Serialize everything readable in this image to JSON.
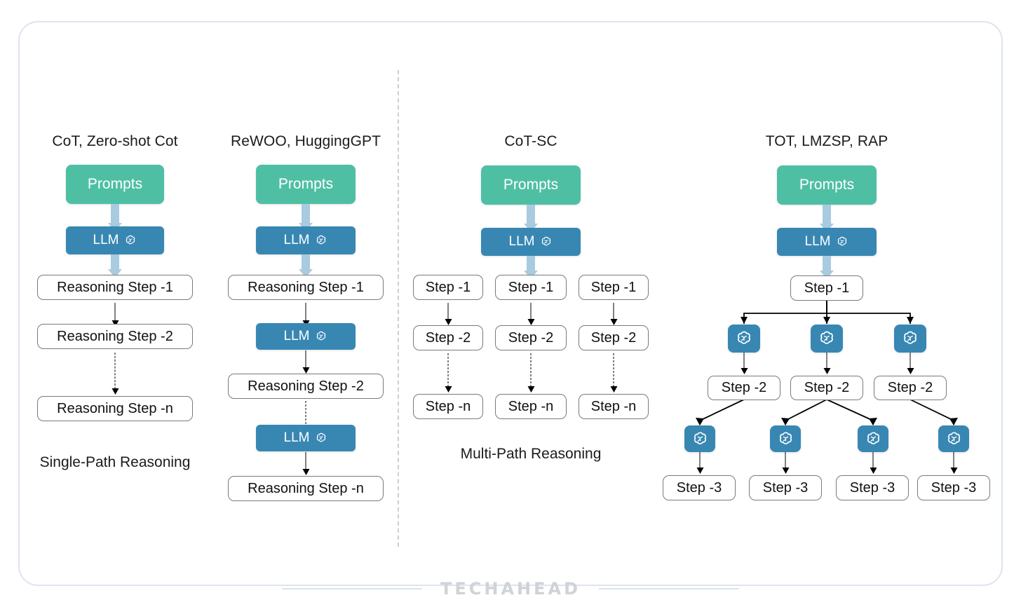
{
  "frame": {
    "border_color": "#dde4f0"
  },
  "divider": {
    "color": "#cfcfcf",
    "style": "dashed"
  },
  "palette": {
    "prompts_green": "#4FBFA4",
    "llm_blue": "#3887B3",
    "fat_arrow_blue": "#A8CBE0",
    "step_border": "#7a7a7a",
    "text": "#1b1b1b",
    "watermark": "#cfd3d8"
  },
  "sections": [
    {
      "id": "single-path",
      "label": "Single-Path Reasoning"
    },
    {
      "id": "multi-path",
      "label": "Multi-Path Reasoning"
    }
  ],
  "columns": [
    {
      "id": "cot",
      "title": "CoT, Zero-shot Cot",
      "nodes": {
        "prompts": "Prompts",
        "llm": "LLM",
        "steps": [
          "Reasoning Step -1",
          "Reasoning Step -2",
          "Reasoning Step -n"
        ]
      }
    },
    {
      "id": "rewoo",
      "title": "ReWOO, HuggingGPT",
      "nodes": {
        "prompts": "Prompts",
        "llm": "LLM",
        "steps": [
          "Reasoning Step -1",
          "Reasoning Step -2",
          "Reasoning Step -n"
        ],
        "inline_llms": [
          "LLM",
          "LLM"
        ]
      }
    },
    {
      "id": "cot-sc",
      "title": "CoT-SC",
      "nodes": {
        "prompts": "Prompts",
        "llm": "LLM",
        "paths": [
          [
            "Step -1",
            "Step -2",
            "Step -n"
          ],
          [
            "Step -1",
            "Step -2",
            "Step -n"
          ],
          [
            "Step -1",
            "Step -2",
            "Step -n"
          ]
        ]
      }
    },
    {
      "id": "tot",
      "title": "TOT, LMZSP, RAP",
      "nodes": {
        "prompts": "Prompts",
        "llm": "LLM",
        "root_step": "Step -1",
        "level2_steps": [
          "Step -2",
          "Step -2",
          "Step -2"
        ],
        "level3_steps": [
          "Step -3",
          "Step -3",
          "Step -3",
          "Step -3"
        ],
        "level2_llm_icons": 3,
        "level3_llm_icons": 4
      }
    }
  ],
  "icons": {
    "openai_logo": "openai-logo-icon"
  },
  "footer": {
    "wordmark": "TECHAHEAD"
  }
}
